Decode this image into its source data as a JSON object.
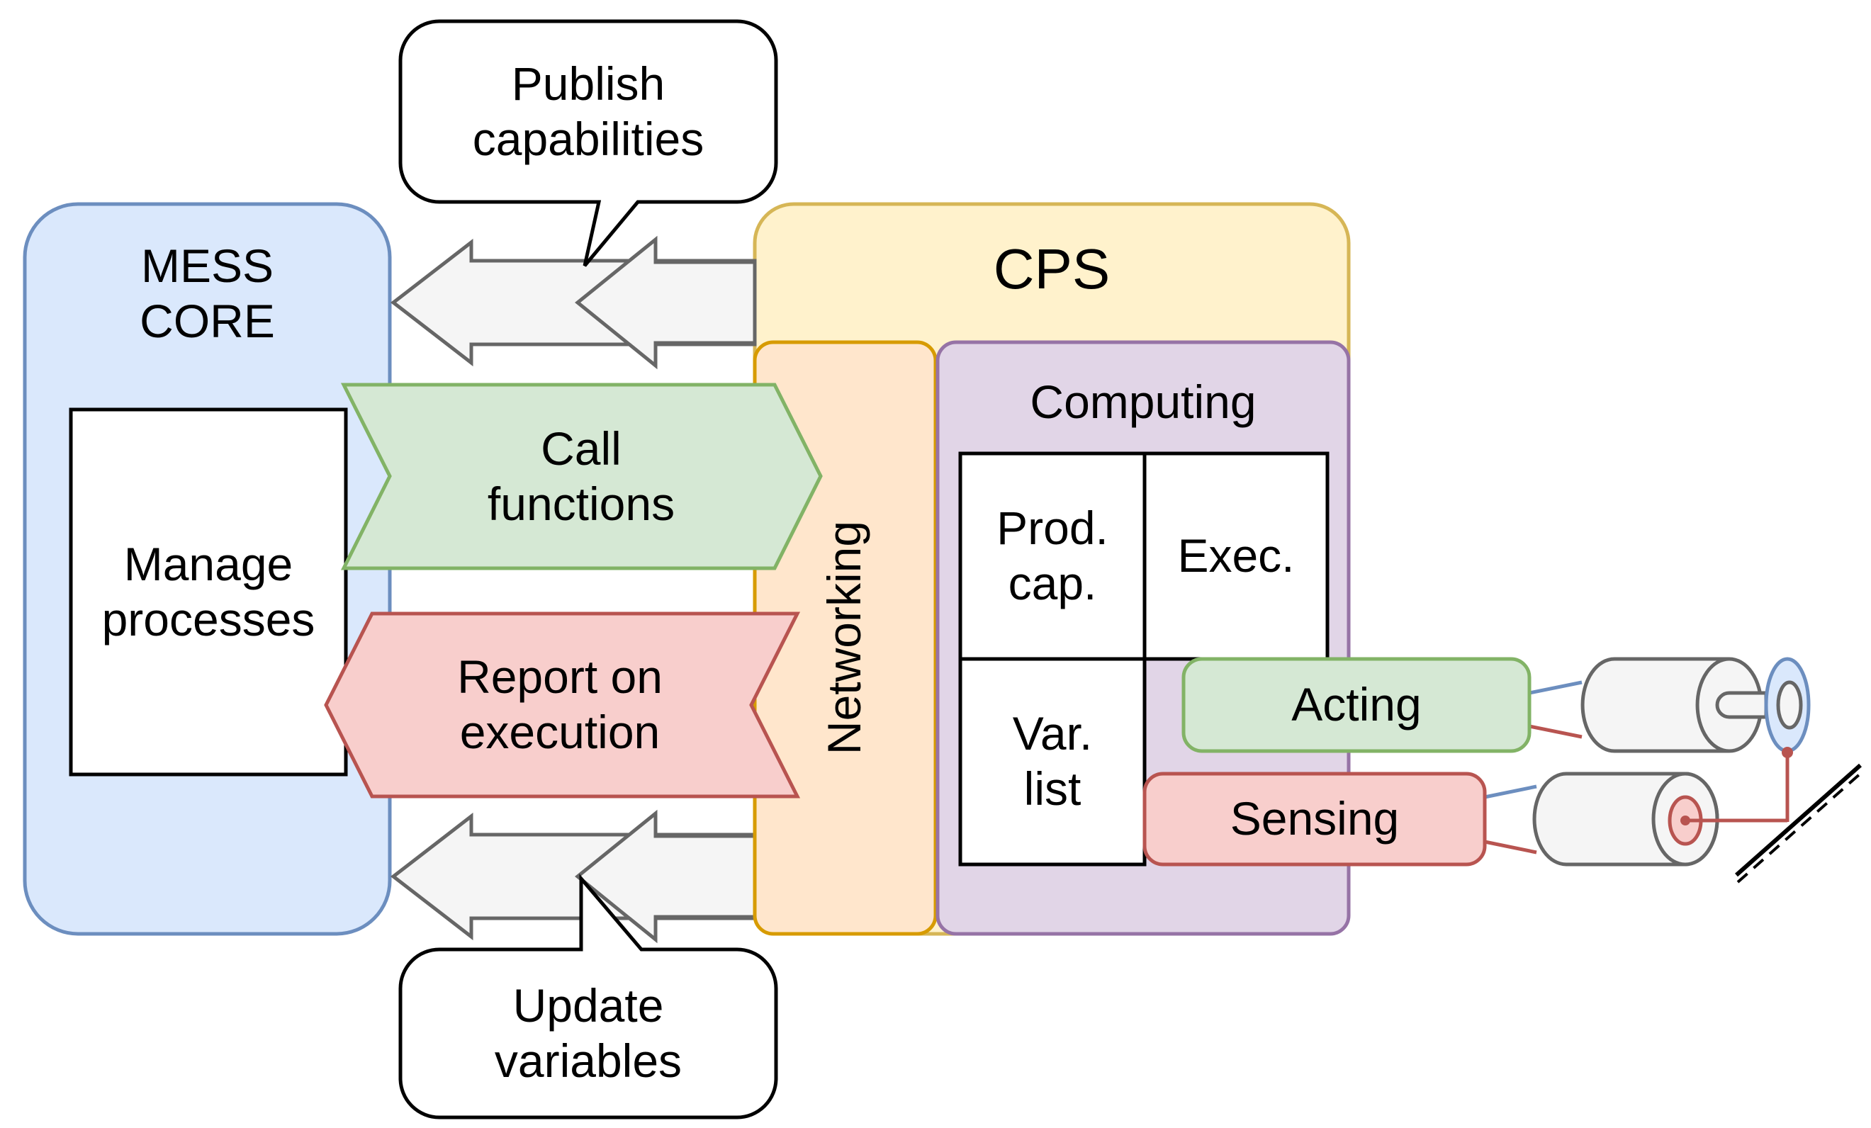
{
  "mess_core": {
    "title": "MESS\nCORE",
    "fill": "#dae8fc",
    "stroke": "#6c8ebf"
  },
  "manage_processes": {
    "label": "Manage\nprocesses"
  },
  "cps": {
    "title": "CPS",
    "fill": "#fff2cc",
    "stroke": "#d6b656"
  },
  "networking": {
    "label": "Networking",
    "fill": "#ffe6cc",
    "stroke": "#d79b00"
  },
  "computing": {
    "title": "Computing",
    "fill": "#e1d5e7",
    "stroke": "#9673a6",
    "cells": {
      "prod_cap": "Prod.\ncap.",
      "exec": "Exec.",
      "var_list": "Var.\nlist"
    }
  },
  "acting": {
    "label": "Acting",
    "fill": "#d5e8d4",
    "stroke": "#82b366"
  },
  "sensing": {
    "label": "Sensing",
    "fill": "#f8cecc",
    "stroke": "#b85450"
  },
  "call_functions": {
    "label": "Call\nfunctions",
    "fill": "#d5e8d4",
    "stroke": "#82b366"
  },
  "report_execution": {
    "label": "Report on\nexecution",
    "fill": "#f8cecc",
    "stroke": "#b85450"
  },
  "callout_top": {
    "label": "Publish\ncapabilities"
  },
  "callout_bottom": {
    "label": "Update\nvariables"
  },
  "colors": {
    "arrow_fill": "#f5f5f5",
    "arrow_stroke": "#666666",
    "line_blue": "#6c8ebf",
    "line_red": "#b85450"
  }
}
